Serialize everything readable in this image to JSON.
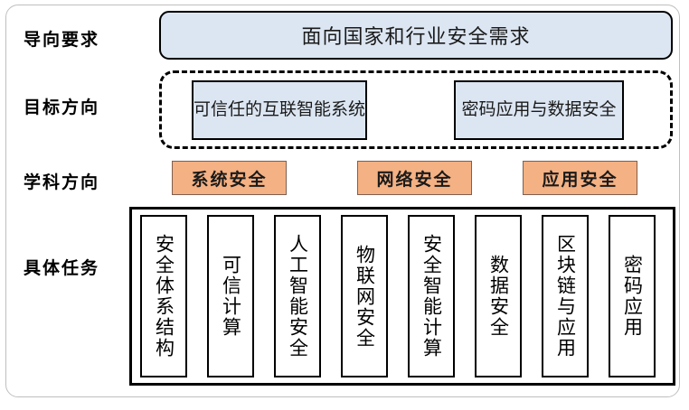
{
  "diagram": {
    "rows": [
      {
        "label": "导向要求"
      },
      {
        "label": "目标方向"
      },
      {
        "label": "学科方向"
      },
      {
        "label": "具体任务"
      }
    ],
    "requirement": {
      "text": "面向国家和行业安全需求"
    },
    "goals": [
      {
        "text": "可信任的互联智能系统"
      },
      {
        "text": "密码应用与数据安全"
      }
    ],
    "disciplines": [
      {
        "text": "系统安全"
      },
      {
        "text": "网络安全"
      },
      {
        "text": "应用安全"
      }
    ],
    "tasks": [
      {
        "text": "安全体系结构"
      },
      {
        "text": "可信计算"
      },
      {
        "text": "人工智能安全"
      },
      {
        "text": "物联网安全"
      },
      {
        "text": "安全智能计算"
      },
      {
        "text": "数据安全"
      },
      {
        "text": "区块链与应用"
      },
      {
        "text": "密码应用"
      }
    ]
  },
  "colors": {
    "blue_fill": "#dce6f2",
    "orange_fill": "#f4b183",
    "border_black": "#000000",
    "outer_frame": "#bfbfbf"
  }
}
